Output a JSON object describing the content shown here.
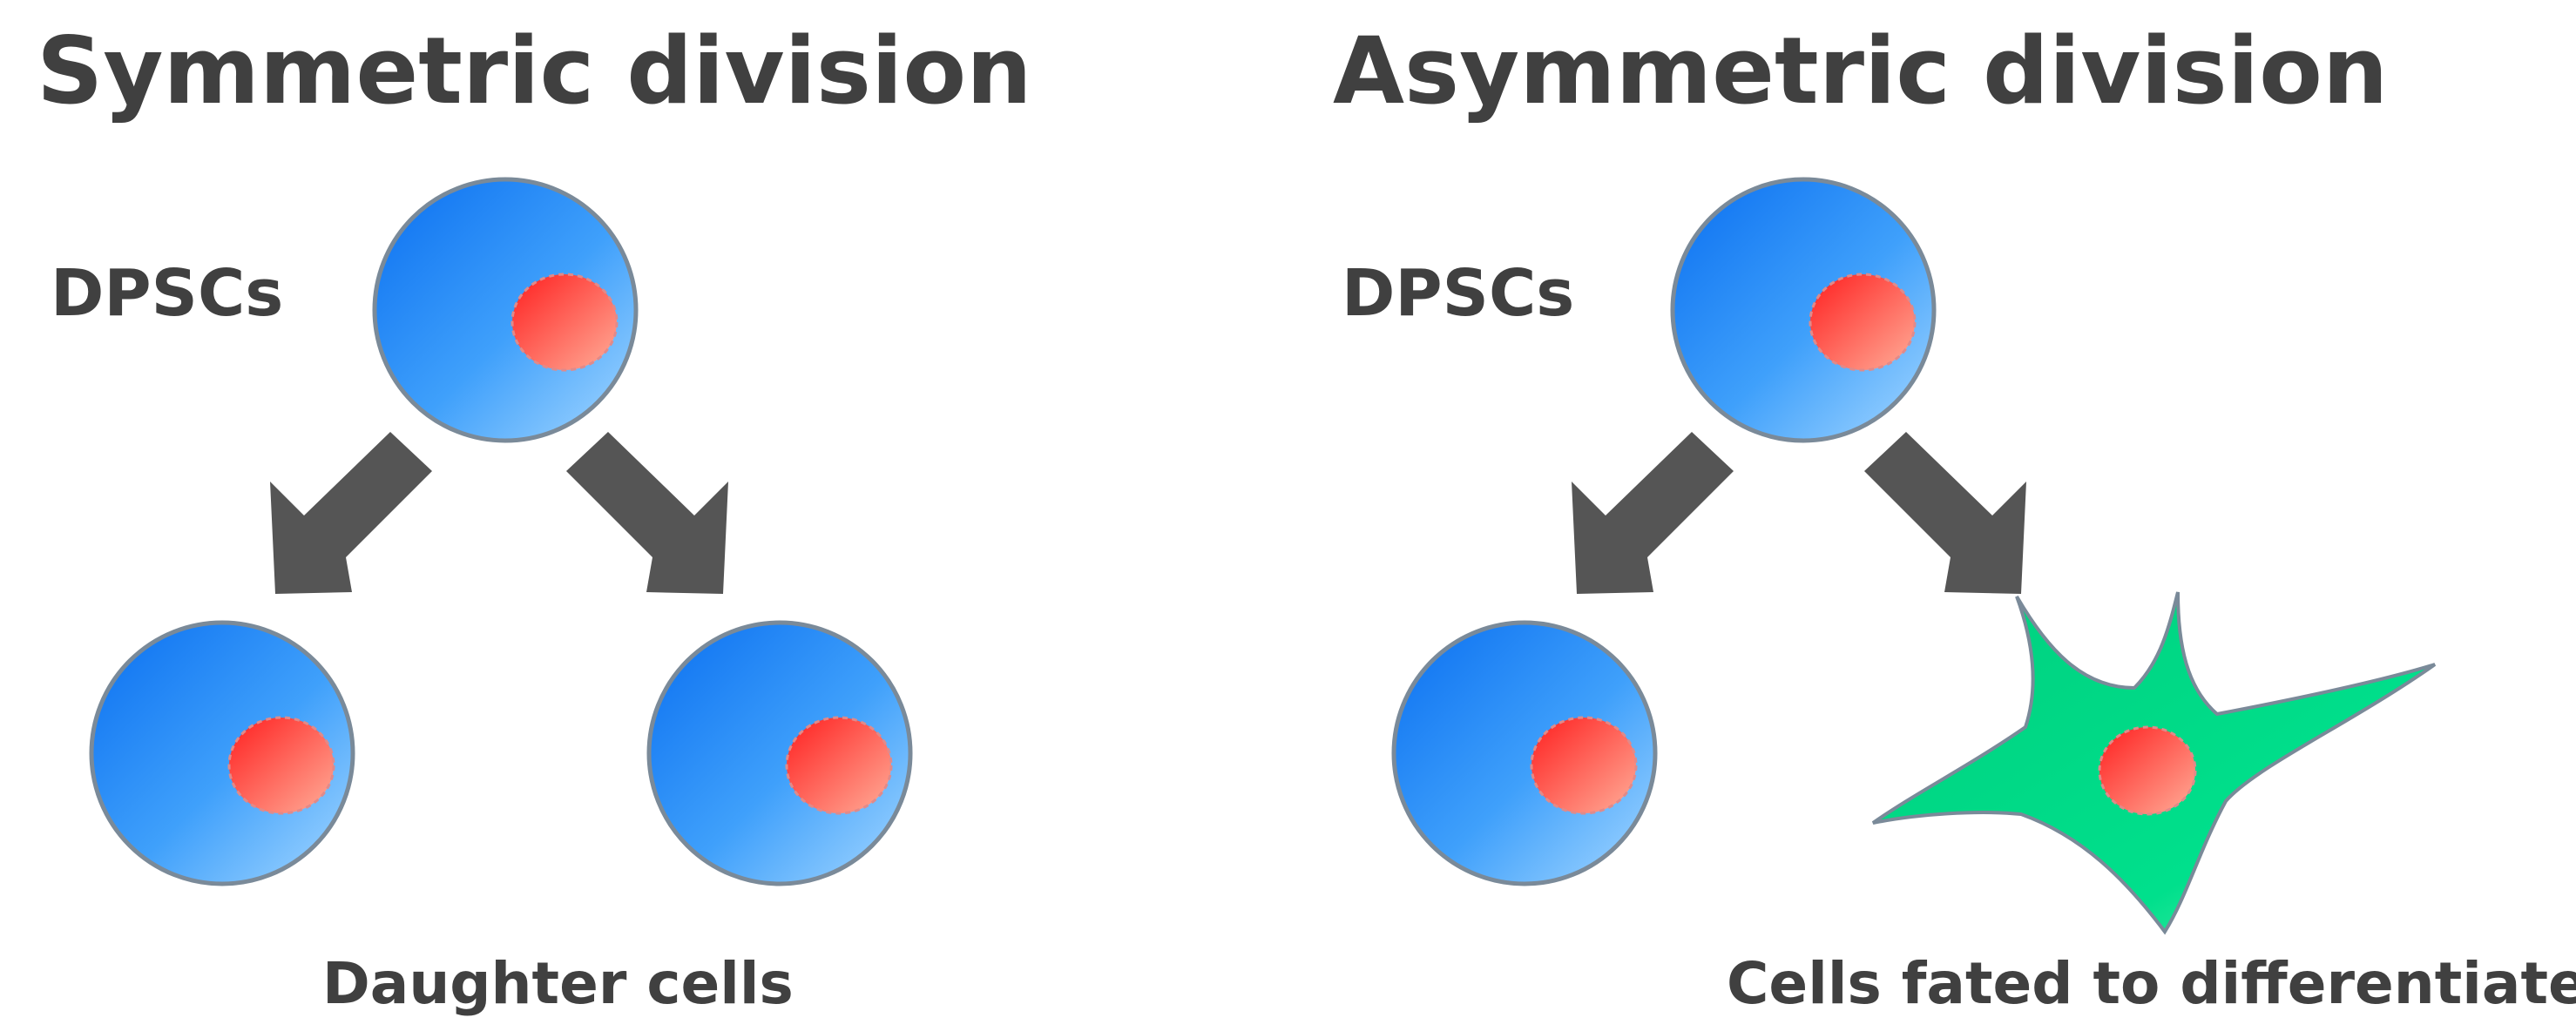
{
  "symmetric": {
    "title": "Symmetric division",
    "parent_label": "DPSCs",
    "caption": "Daughter cells"
  },
  "asymmetric": {
    "title": "Asymmetric division",
    "parent_label": "DPSCs",
    "caption": "Cells fated to differentiate"
  },
  "colors": {
    "text": "#404040",
    "arrow": "#555555",
    "cell_blue_light": "#9fd4ff",
    "cell_blue_dark": "#1580f0",
    "nucleus_light": "#ff9d8c",
    "nucleus_dark": "#ff2d2d",
    "differentiated_green": "#00dd8a"
  }
}
